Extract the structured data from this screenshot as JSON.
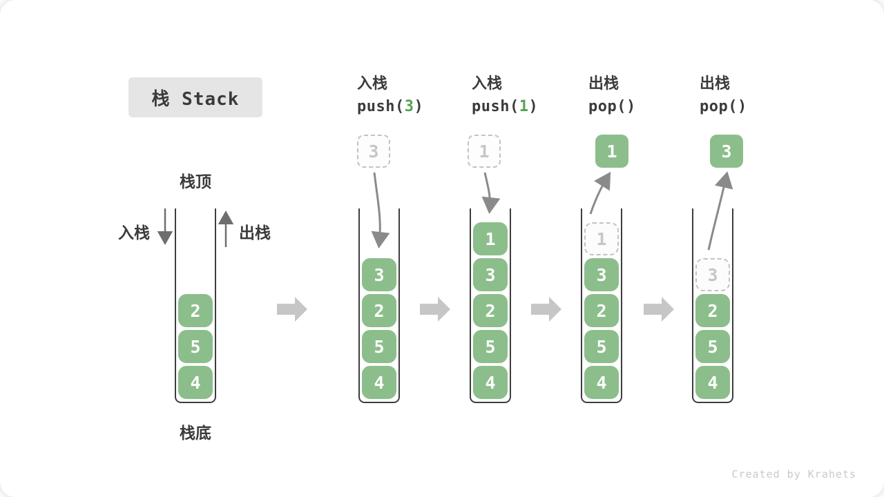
{
  "title": "栈 Stack",
  "watermark": "Created by Krahets",
  "labels": {
    "stack_top": "栈顶",
    "stack_bottom": "栈底",
    "push": "入栈",
    "pop": "出栈"
  },
  "colors": {
    "element_green": "#8CBE8B",
    "code_arg_green": "#55A152",
    "ghost_gray": "#C6C6C6",
    "flow_arrow_gray": "#C6C6C6",
    "motion_arrow_gray": "#8A8A8A",
    "title_chip_bg": "#E5E5E5",
    "text_dark": "#3B3B3B"
  },
  "columns": [
    {
      "name": "initial-stack",
      "stack": [
        "2",
        "5",
        "4"
      ]
    },
    {
      "name": "push-3",
      "op": "入栈",
      "code_pre": "push(",
      "code_arg": "3",
      "code_post": ")",
      "floating_value": "3",
      "floating_style": "dashed",
      "stack": [
        "3",
        "2",
        "5",
        "4"
      ]
    },
    {
      "name": "push-1",
      "op": "入栈",
      "code_pre": "push(",
      "code_arg": "1",
      "code_post": ")",
      "floating_value": "1",
      "floating_style": "dashed",
      "stack": [
        "1",
        "3",
        "2",
        "5",
        "4"
      ]
    },
    {
      "name": "pop-1",
      "op": "出栈",
      "code_pre": "pop(",
      "code_arg": "",
      "code_post": ")",
      "floating_value": "1",
      "floating_style": "solid",
      "ghost_value": "1",
      "stack": [
        "3",
        "2",
        "5",
        "4"
      ]
    },
    {
      "name": "pop-3",
      "op": "出栈",
      "code_pre": "pop(",
      "code_arg": "",
      "code_post": ")",
      "floating_value": "3",
      "floating_style": "solid",
      "ghost_value": "3",
      "stack": [
        "2",
        "5",
        "4"
      ]
    }
  ]
}
